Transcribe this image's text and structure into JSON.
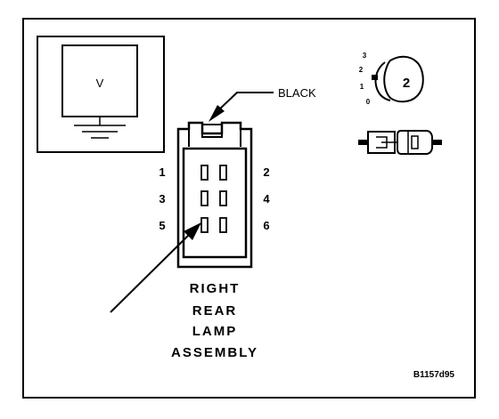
{
  "meter": {
    "symbol": "V"
  },
  "wire_label": "BLACK",
  "pins": [
    "1",
    "2",
    "3",
    "4",
    "5",
    "6"
  ],
  "component": {
    "line1": "RIGHT",
    "line2": "REAR",
    "line3": "LAMP",
    "line4": "ASSEMBLY"
  },
  "switch_icon": {
    "positions": [
      "3",
      "2",
      "1",
      "0"
    ],
    "value": "2"
  },
  "figure_id": "B1157d95"
}
